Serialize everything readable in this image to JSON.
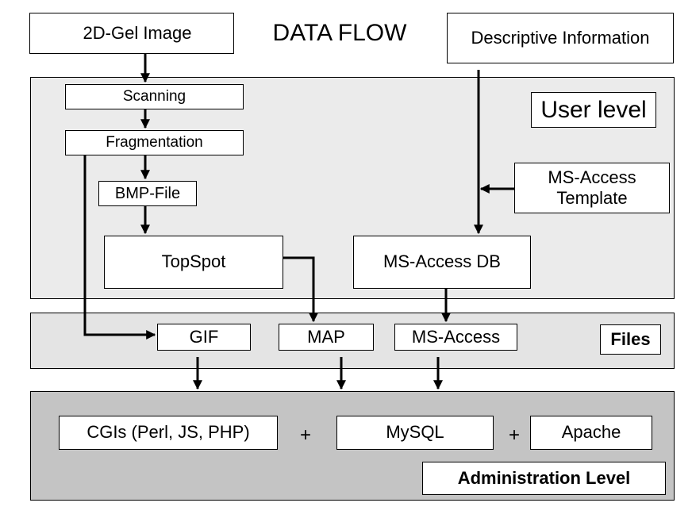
{
  "title": "DATA FLOW",
  "inputs": {
    "gel_image": "2D-Gel Image",
    "descriptive_info": "Descriptive Information"
  },
  "user_level": {
    "label": "User level",
    "scanning": "Scanning",
    "fragmentation": "Fragmentation",
    "bmp_file": "BMP-File",
    "topspot": "TopSpot",
    "ms_access_template_line1": "MS-Access",
    "ms_access_template_line2": "Template",
    "ms_access_db": "MS-Access DB"
  },
  "files": {
    "label": "Files",
    "gif": "GIF",
    "map": "MAP",
    "ms_access": "MS-Access"
  },
  "admin_level": {
    "label": "Administration Level",
    "cgis": "CGIs (Perl, JS, PHP)",
    "plus1": "+",
    "mysql": "MySQL",
    "plus2": "+",
    "apache": "Apache"
  },
  "colors": {
    "user_panel": "#ebebeb",
    "files_panel": "#e4e4e4",
    "admin_panel": "#c4c4c4"
  }
}
